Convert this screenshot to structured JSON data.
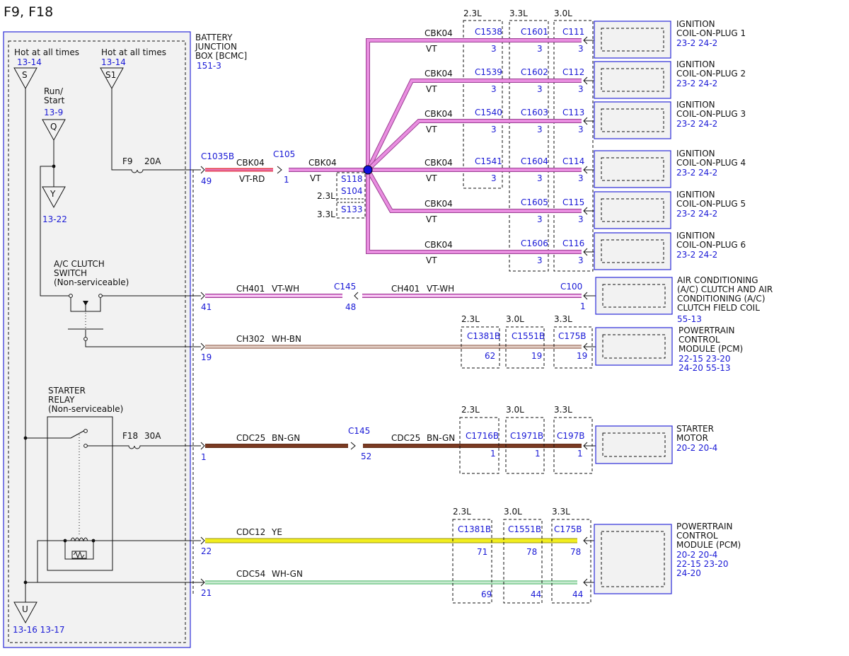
{
  "title": "F9, F18",
  "colors": {
    "VT": "#e98ee0",
    "VT_edge": "#9b3f93",
    "RD": "#e33b4a",
    "WH": "#ffffff",
    "BN": "#7a3a22",
    "GN": "#2aa84a",
    "YE": "#f2ee1e",
    "splice": "#1010e0",
    "box_blue": "#2b2bd9",
    "ref_blue": "#1a1ad6"
  },
  "bjb": {
    "name_lines": [
      "BATTERY",
      "JUNCTION",
      "BOX [BCMC]"
    ],
    "ref": "151-3",
    "hot1": "Hot at all times",
    "hot1_ref": "13-14",
    "hot1_term": "S",
    "hot2": "Hot at all times",
    "hot2_ref": "13-14",
    "hot2_term": "S1",
    "runstart_lines": [
      "Run/",
      "Start"
    ],
    "runstart_ref": "13-9",
    "runstart_term": "Q",
    "y_term": "Y",
    "y_ref": "13-22",
    "ac_switch_lines": [
      "A/C CLUTCH",
      "SWITCH",
      "(Non-serviceable)"
    ],
    "starter_relay_lines": [
      "STARTER",
      "RELAY",
      "(Non-serviceable)"
    ],
    "u_term": "U",
    "u_refs": "13-16 13-17",
    "fuse1": "F9",
    "fuse1_amp": "20A",
    "fuse2": "F18",
    "fuse2_amp": "30A"
  },
  "top_circuit": {
    "connector": "C1035B",
    "pin": "49",
    "circuit1": "CBK04",
    "color1": "VT-RD",
    "inline_conn": "C105",
    "inline_pin": "1",
    "circuit2": "CBK04",
    "color2": "VT",
    "splices": [
      {
        "label": "S118",
        "engine": ""
      },
      {
        "label": "S104",
        "engine": "2.3L"
      },
      {
        "label": "S133",
        "engine": "3.3L"
      }
    ]
  },
  "engine_headers_coil": [
    "2.3L",
    "3.3L",
    "3.0L"
  ],
  "coils": [
    {
      "circuit": "CBK04",
      "color": "VT",
      "c23": "C1538",
      "p23": "3",
      "c33": "C1601",
      "p33": "3",
      "c30": "C111",
      "p30": "3",
      "name1": "IGNITION",
      "name2": "COIL-ON-PLUG 1",
      "refs": "23-2  24-2"
    },
    {
      "circuit": "CBK04",
      "color": "VT",
      "c23": "C1539",
      "p23": "3",
      "c33": "C1602",
      "p33": "3",
      "c30": "C112",
      "p30": "3",
      "name1": "IGNITION",
      "name2": "COIL-ON-PLUG 2",
      "refs": "23-2  24-2"
    },
    {
      "circuit": "CBK04",
      "color": "VT",
      "c23": "C1540",
      "p23": "3",
      "c33": "C1603",
      "p33": "3",
      "c30": "C113",
      "p30": "3",
      "name1": "IGNITION",
      "name2": "COIL-ON-PLUG 3",
      "refs": "23-2  24-2"
    },
    {
      "circuit": "CBK04",
      "color": "VT",
      "c23": "C1541",
      "p23": "3",
      "c33": "C1604",
      "p33": "3",
      "c30": "C114",
      "p30": "3",
      "name1": "IGNITION",
      "name2": "COIL-ON-PLUG 4",
      "refs": "23-2  24-2"
    },
    {
      "circuit": "CBK04",
      "color": "VT",
      "c23": "",
      "p23": "",
      "c33": "C1605",
      "p33": "3",
      "c30": "C115",
      "p30": "3",
      "name1": "IGNITION",
      "name2": "COIL-ON-PLUG 5",
      "refs": "23-2  24-2"
    },
    {
      "circuit": "CBK04",
      "color": "VT",
      "c23": "",
      "p23": "",
      "c33": "C1606",
      "p33": "3",
      "c30": "C116",
      "p30": "3",
      "name1": "IGNITION",
      "name2": "COIL-ON-PLUG 6",
      "refs": "23-2  24-2"
    }
  ],
  "ac": {
    "pin": "41",
    "circuit1": "CH401",
    "color1": "VT-WH",
    "inline_conn": "C145",
    "inline_pin": "48",
    "circuit2": "CH401",
    "color2": "VT-WH",
    "comp_conn": "C100",
    "comp_pin": "1",
    "name_lines": [
      "AIR CONDITIONING",
      "(A/C) CLUTCH AND AIR",
      "CONDITIONING (A/C)",
      "CLUTCH FIELD COIL"
    ],
    "ref": "55-13"
  },
  "pcm1": {
    "pin": "19",
    "circuit": "CH302",
    "color": "WH-BN",
    "engines": [
      "2.3L",
      "3.0L",
      "3.3L"
    ],
    "conns": [
      "C1381B",
      "C1551B",
      "C175B"
    ],
    "pins": [
      "62",
      "19",
      "19"
    ],
    "name_lines": [
      "POWERTRAIN",
      "CONTROL",
      "MODULE (PCM)"
    ],
    "refs1": "22-15 23-20",
    "refs2": "24-20 55-13"
  },
  "starter": {
    "pin": "1",
    "circuit1": "CDC25",
    "color1": "BN-GN",
    "inline_conn": "C145",
    "inline_pin": "52",
    "circuit2": "CDC25",
    "color2": "BN-GN",
    "engines": [
      "2.3L",
      "3.0L",
      "3.3L"
    ],
    "conns": [
      "C1716B",
      "C1971B",
      "C197B"
    ],
    "pins": [
      "1",
      "1",
      "1"
    ],
    "name_lines": [
      "STARTER",
      "MOTOR"
    ],
    "refs": "20-2  20-4"
  },
  "pcm2": {
    "pin_a": "22",
    "circuit_a": "CDC12",
    "color_a": "YE",
    "pin_b": "21",
    "circuit_b": "CDC54",
    "color_b": "WH-GN",
    "engines": [
      "2.3L",
      "3.0L",
      "3.3L"
    ],
    "conns": [
      "C1381B",
      "C1551B",
      "C175B"
    ],
    "pins_a": [
      "71",
      "78",
      "78"
    ],
    "pins_b": [
      "69",
      "44",
      "44"
    ],
    "name_lines": [
      "POWERTRAIN",
      "CONTROL",
      "MODULE (PCM)"
    ],
    "refs1": "20-2  20-4",
    "refs2": "22-15 23-20",
    "refs3": "24-20"
  }
}
